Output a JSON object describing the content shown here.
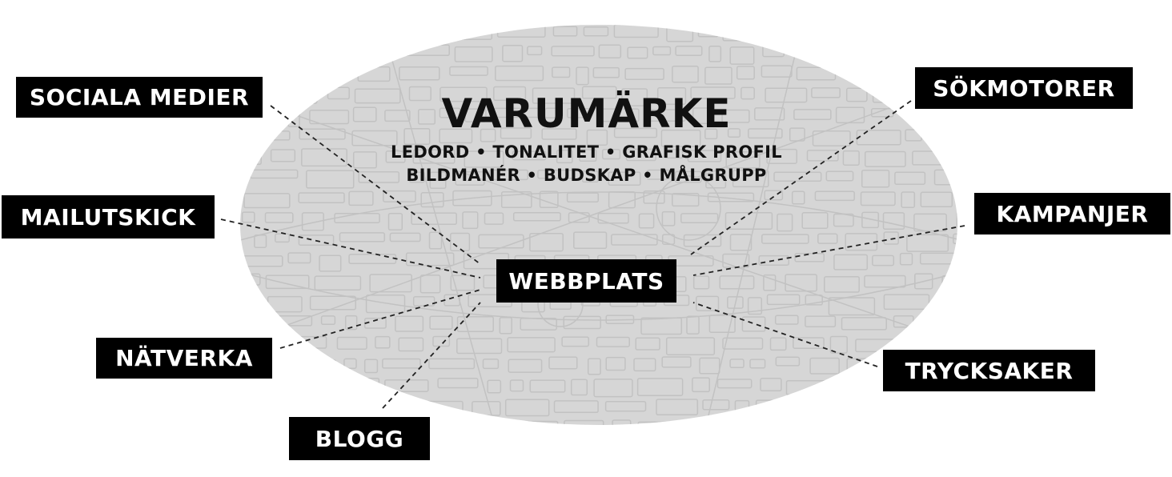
{
  "center": {
    "title": "VARUMÄRKE",
    "subtitle_line1": "LEDORD • TONALITET • GRAFISK PROFIL",
    "subtitle_line2": "BILDMANÉR • BUDSKAP • MÅLGRUPP",
    "hub_label": "WEBBPLATS"
  },
  "channels": {
    "sociala_medier": "SOCIALA MEDIER",
    "mailutskick": "MAILUTSKICK",
    "natverka": "NÄTVERKA",
    "blogg": "BLOGG",
    "sokmotorer": "SÖKMOTORER",
    "kampanjer": "KAMPANJER",
    "trycksaker": "TRYCKSAKER"
  },
  "colors": {
    "ellipse_fill": "#d6d6d6",
    "map_lines": "#c2c2c2",
    "label_background": "#000000",
    "label_text": "#ffffff",
    "title_text": "#111111",
    "connector": "#222222"
  }
}
